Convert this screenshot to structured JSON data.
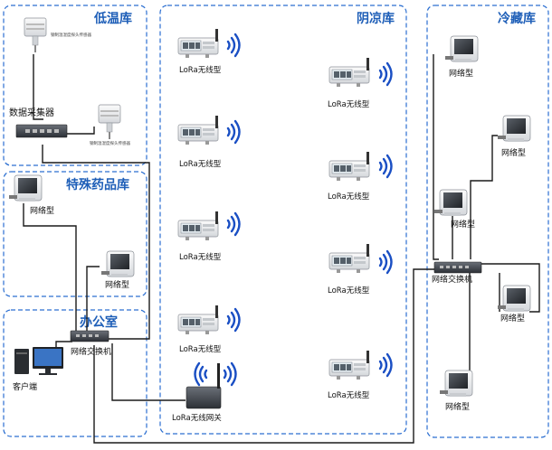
{
  "zones": {
    "cold_storage": "低温库",
    "special_drugs": "特殊药品库",
    "office": "办公室",
    "shade_storage": "阴凉库",
    "refrigerated": "冷藏库"
  },
  "labels": {
    "data_collector": "数据采集器",
    "network_type": "网络型",
    "lora_wireless": "LoRa无线型",
    "network_switch": "网络交换机",
    "client": "客户端",
    "lora_gateway": "LoRa无线网关",
    "sensor_caption": "钢制温湿度探头传感器"
  },
  "colors": {
    "zone_border": "#2c6fd1",
    "zone_title": "#1f5fb8",
    "wire": "#1a1a1a",
    "wifi": "#1a4fc4"
  }
}
